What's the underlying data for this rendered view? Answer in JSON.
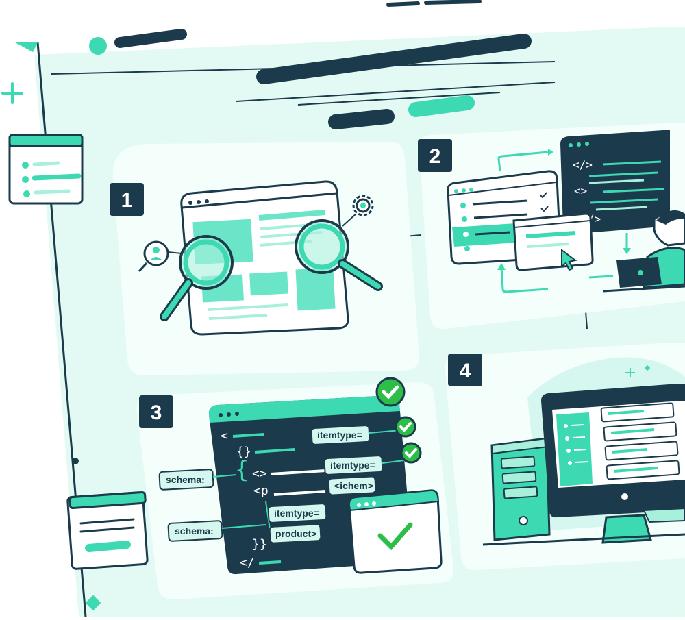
{
  "colors": {
    "navy": "#1B3A4B",
    "teal": "#3DD9B2",
    "teal_light": "#A8F0DC",
    "teal_pale": "#D6F7EF",
    "panel": "#F4FEFB",
    "page_bg": "#E3FAF4",
    "check_green": "#2DBE4A",
    "white": "#FFFFFF"
  },
  "steps": [
    {
      "number": "1",
      "icon": "magnifier-inspect-icon"
    },
    {
      "number": "2",
      "icon": "code-editor-workflow-icon"
    },
    {
      "number": "3",
      "icon": "schema-markup-code-icon"
    },
    {
      "number": "4",
      "icon": "desktop-computer-icon"
    }
  ],
  "code_panel": {
    "lines": [
      "<",
      "{}",
      "{",
      "<>",
      "<p",
      "}}",
      "</"
    ],
    "tags": [
      "itemtype=",
      "itemtype=",
      "<ichem>",
      "itemtype=",
      "product>"
    ],
    "side_labels": [
      "schema:",
      "schema:"
    ]
  },
  "step2_code": {
    "lines": [
      "</>",
      "<>",
      "/>"
    ]
  }
}
